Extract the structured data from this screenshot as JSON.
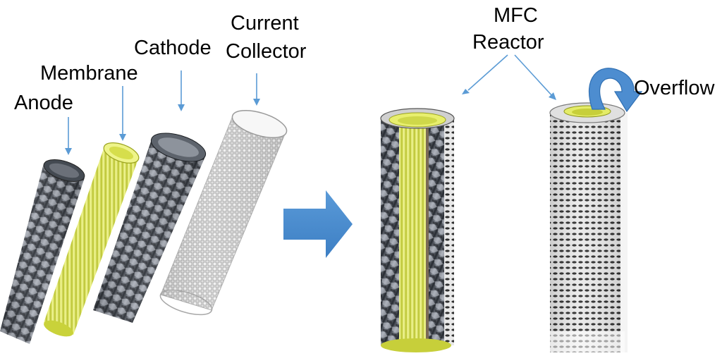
{
  "labels": {
    "anode": "Anode",
    "membrane": "Membrane",
    "cathode": "Cathode",
    "current_collector_line1": "Current",
    "current_collector_line2": "Collector",
    "mfc_line1": "MFC",
    "mfc_line2": "Reactor",
    "overflow": "Overflow"
  },
  "colors": {
    "arrow_blue": "#4f8fd1",
    "pointer_blue": "#5b9bd5",
    "membrane_yellow": "#e6ef6a",
    "collector_grey": "#d9d9d9",
    "electrode_dark": "#3a3f47"
  }
}
